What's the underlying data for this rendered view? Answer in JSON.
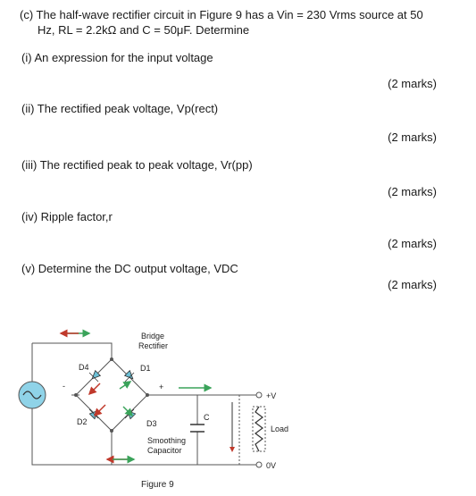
{
  "question": {
    "intro_line1": "(c) The half-wave rectifier circuit in Figure 9 has a Vin = 230 Vrms source at 50",
    "intro_line2": "Hz, RL = 2.2kΩ and C = 50μF. Determine",
    "parts": [
      {
        "text": "(i)  An expression for the input voltage",
        "marks": "(2 marks)"
      },
      {
        "text": "(ii)  The rectified peak voltage, Vp(rect)",
        "marks": "(2 marks)"
      },
      {
        "text": "(iii) The rectified peak to peak voltage, Vr(pp)",
        "marks": "(2 marks)"
      },
      {
        "text": "(iv) Ripple factor,r",
        "marks": "(2 marks)"
      },
      {
        "text": "(v)  Determine the DC output voltage, VDC",
        "marks": "(2 marks)"
      }
    ]
  },
  "figure": {
    "bridge_label_1": "Bridge",
    "bridge_label_2": "Rectifier",
    "d1": "D1",
    "d2": "D2",
    "d3": "D3",
    "d4": "D4",
    "cap_letter": "C",
    "smoothing_1": "Smoothing",
    "smoothing_2": "Capacitor",
    "load": "Load",
    "plus_v": "+V",
    "zero_v": "0V",
    "plus_sign": "+",
    "minus_sign": "-",
    "caption": "Figure 9"
  }
}
